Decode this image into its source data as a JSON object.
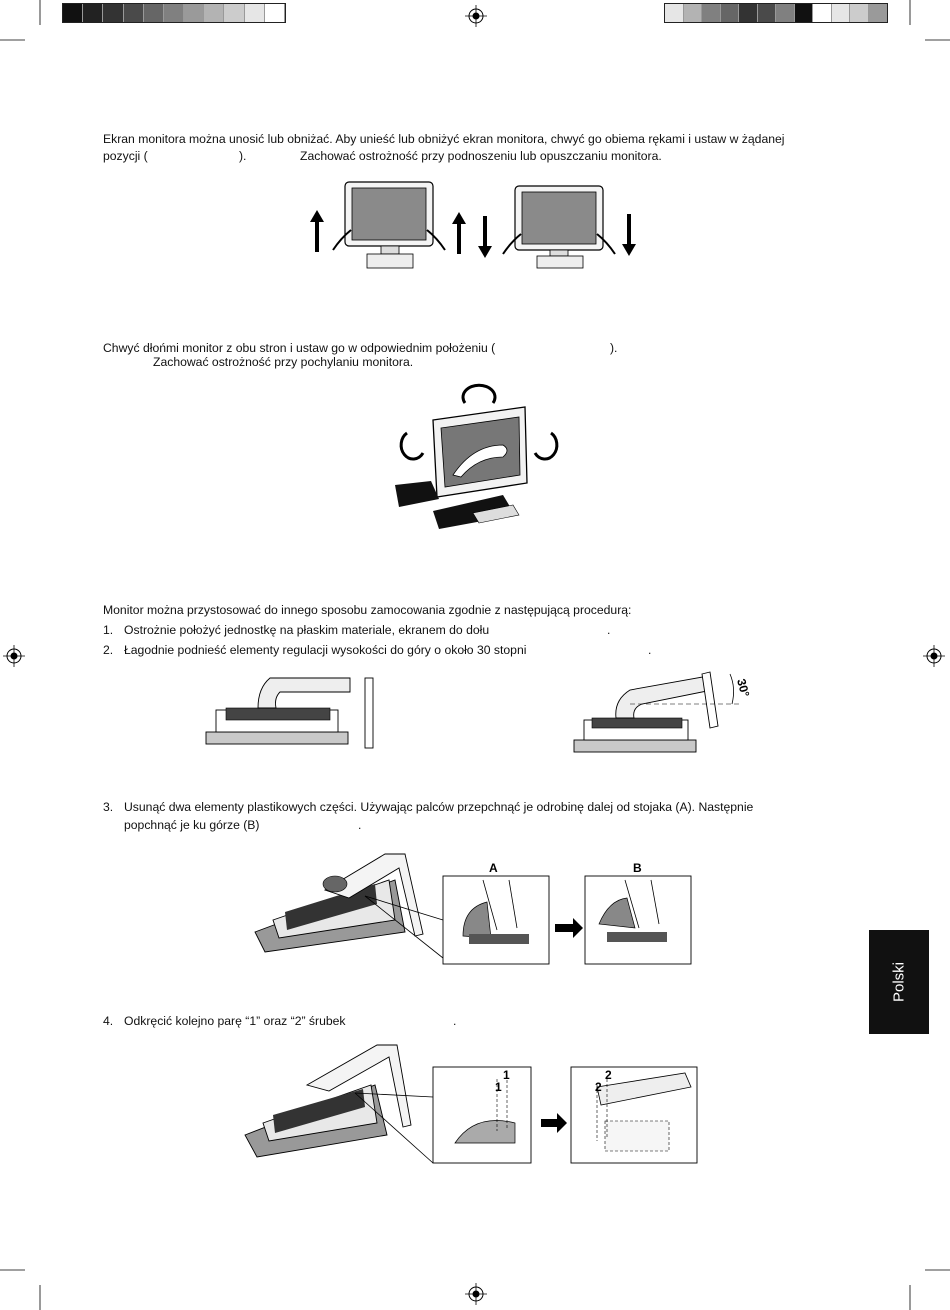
{
  "color_bars": {
    "left": [
      "#111111",
      "#222222",
      "#333333",
      "#4a4a4a",
      "#666666",
      "#808080",
      "#9a9a9a",
      "#b3b3b3",
      "#cccccc",
      "#e6e6e6",
      "#ffffff"
    ],
    "right": [
      "#e6e6e6",
      "#b3b3b3",
      "#808080",
      "#666666",
      "#333333",
      "#4a4a4a",
      "#808080",
      "#111111",
      "#ffffff",
      "#e6e6e6",
      "#cccccc",
      "#9a9a9a"
    ]
  },
  "section1": {
    "line1": "Ekran monitora można unosić lub obniżać. Aby unieść lub obniżyć ekran monitora, chwyć go obiema rękami i ustaw w żądanej",
    "line2a": "pozycji (",
    "line2b": ").",
    "line2c": "Zachować ostrożność przy podnoszeniu lub opuszczaniu monitora."
  },
  "section2": {
    "line1a": "Chwyć dłońmi monitor z obu stron i ustaw go w odpowiednim położeniu (",
    "line1b": ").",
    "line2": "Zachować ostrożność przy pochylaniu monitora."
  },
  "section3": {
    "intro": "Monitor można przystosować do innego sposobu zamocowania zgodnie z następującą procedurą:",
    "steps": [
      {
        "num": "1.",
        "text": "Ostrożnie położyć jednostkę na płaskim materiale, ekranem do dołu",
        "end": "."
      },
      {
        "num": "2.",
        "text": "Łagodnie podnieść elementy regulacji wysokości do góry o około 30 stopni",
        "end": "."
      },
      {
        "num": "3.",
        "text": "Usunąć dwa elementy plastikowych części. Używając palców przepchnąć je odrobinę dalej od stojaka (A). Następnie",
        "text2": "popchnąć je ku górze (B)",
        "end": "."
      },
      {
        "num": "4.",
        "text": "Odkręcić kolejno parę “1” oraz “2” śrubek",
        "end": "."
      }
    ]
  },
  "figure_labels": {
    "angle": "30°",
    "label_a": "A",
    "label_b": "B",
    "screw_1": "1",
    "screw_2": "2"
  },
  "language_tab": "Polski"
}
